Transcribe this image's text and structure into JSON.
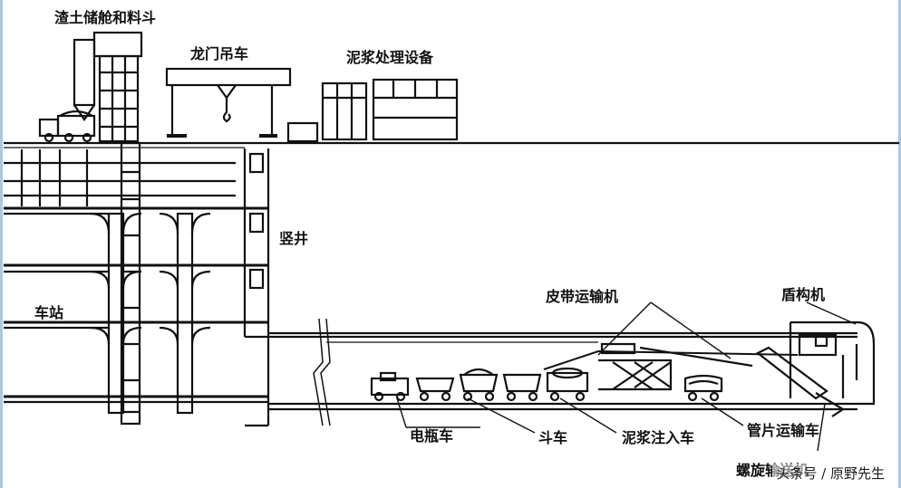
{
  "labels": {
    "muck_bin": "渣土储舱和料斗",
    "gantry_crane": "龙门吊车",
    "slurry_plant": "泥浆处理设备",
    "shaft": "竖井",
    "station": "车站",
    "belt_conveyor": "皮带运输机",
    "shield": "盾构机",
    "battery_car": "电瓶车",
    "muck_car": "斗车",
    "grout_car": "泥浆注入车",
    "segment_car": "管片运输车",
    "screw_conveyor": "螺旋输送机"
  },
  "watermark": "头条号 / 原野先生",
  "colors": {
    "line": "#111111",
    "frame": "#a9c8e6"
  }
}
